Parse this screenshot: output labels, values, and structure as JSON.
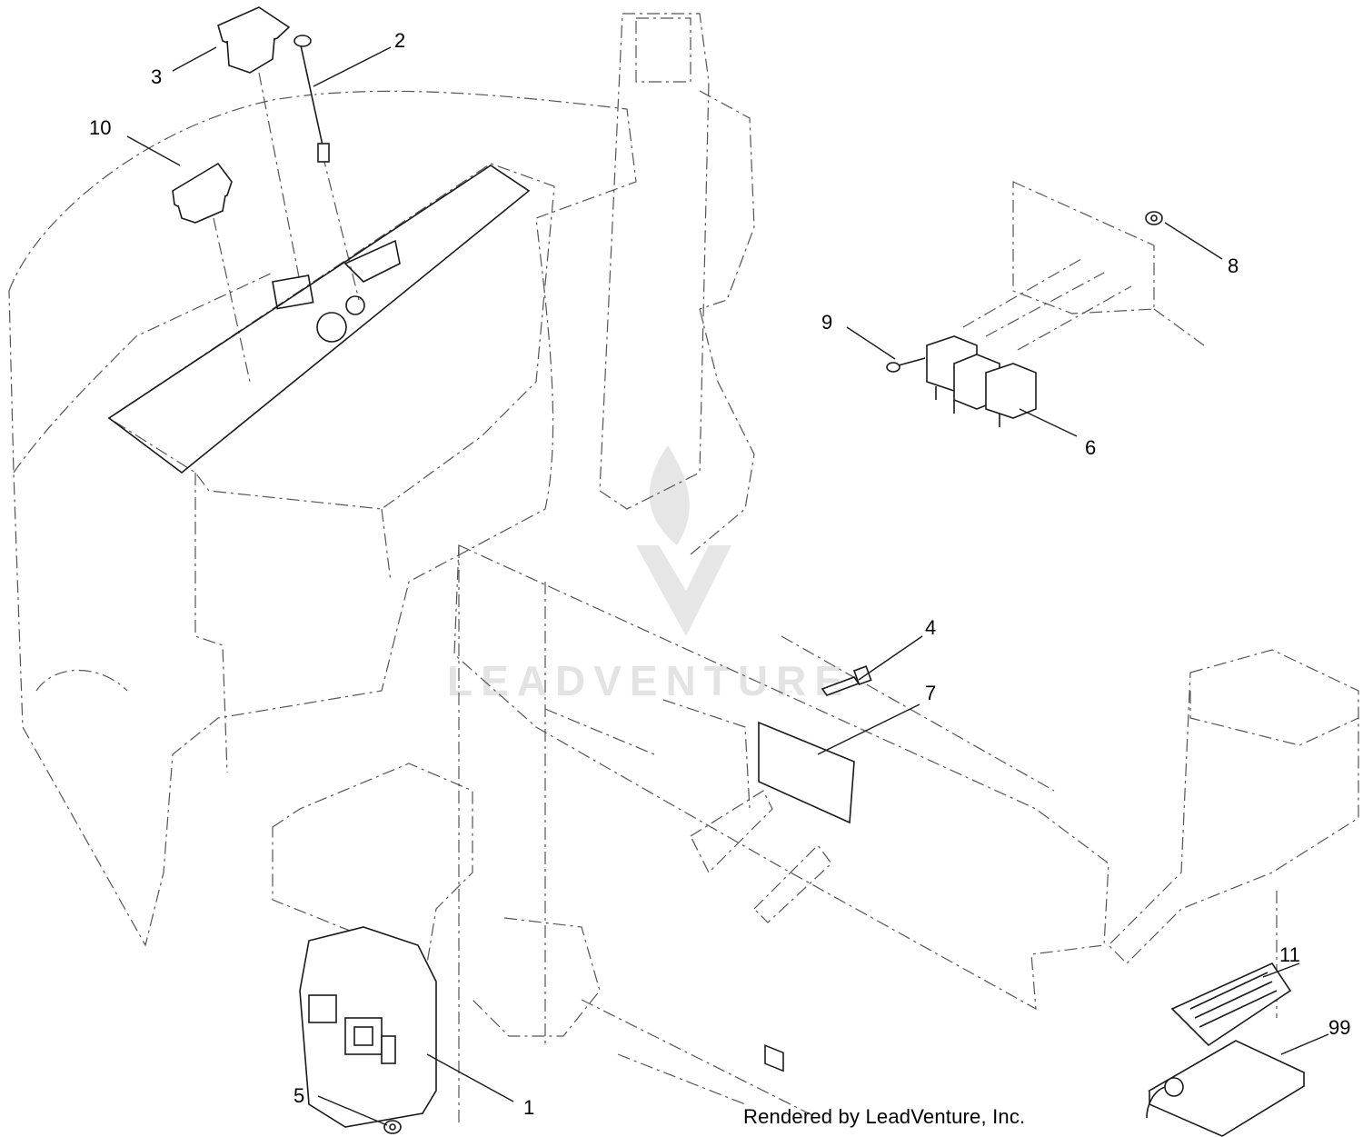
{
  "watermark": {
    "text": "LEADVENTURE"
  },
  "credit": "Rendered by LeadVenture, Inc.",
  "colors": {
    "line": "#1a1a1a",
    "phantom": "#555555",
    "watermark": "#e3e3e3"
  },
  "callouts": [
    {
      "id": "c1",
      "label": "1"
    },
    {
      "id": "c2",
      "label": "2"
    },
    {
      "id": "c3",
      "label": "3"
    },
    {
      "id": "c4",
      "label": "4"
    },
    {
      "id": "c5",
      "label": "5"
    },
    {
      "id": "c6",
      "label": "6"
    },
    {
      "id": "c7",
      "label": "7"
    },
    {
      "id": "c8",
      "label": "8"
    },
    {
      "id": "c9",
      "label": "9"
    },
    {
      "id": "c10",
      "label": "10"
    },
    {
      "id": "c11",
      "label": "11"
    },
    {
      "id": "c99",
      "label": "99"
    }
  ]
}
